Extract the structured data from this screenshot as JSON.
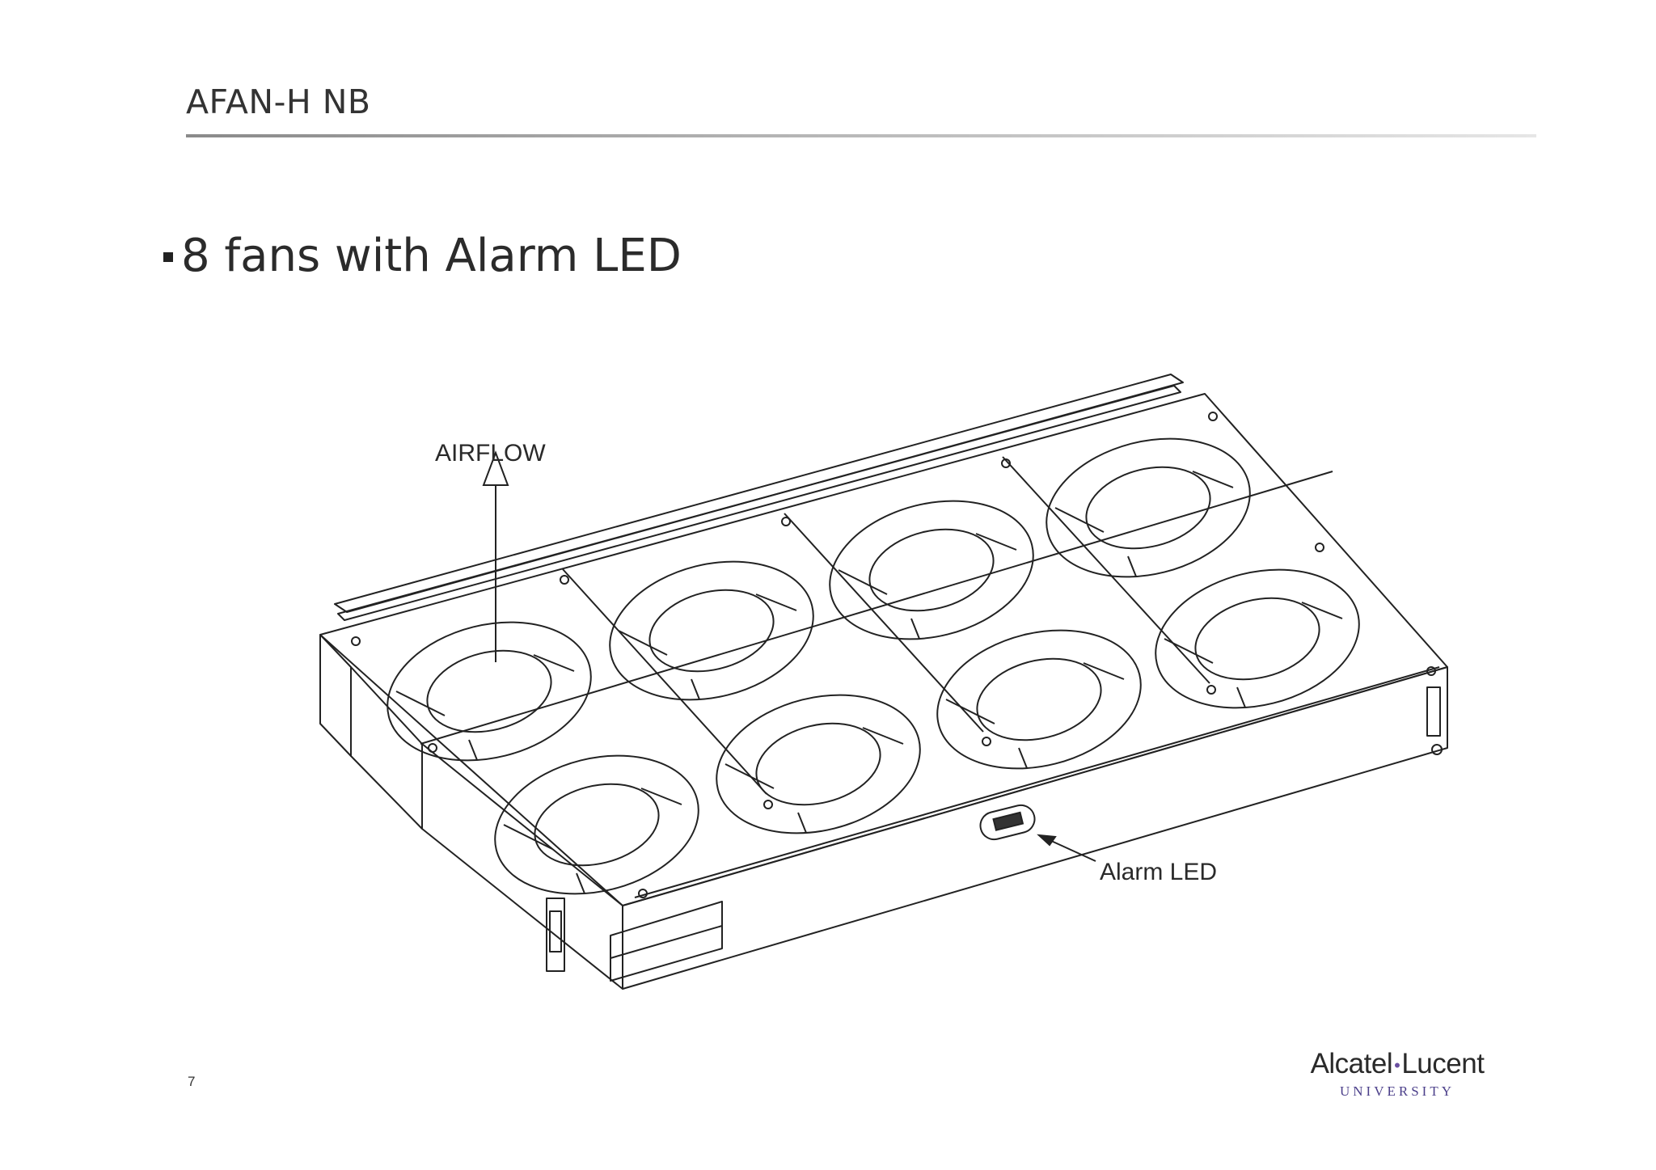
{
  "slide": {
    "title": "AFAN-H NB",
    "bullet": "8 fans with Alarm LED",
    "page_number": "7"
  },
  "diagram": {
    "airflow_label": "AIRFLOW",
    "alarm_led_label": "Alarm LED",
    "fan_count": 8
  },
  "logo": {
    "name_part1": "Alcatel",
    "name_part2": "Lucent",
    "subtitle": "UNIVERSITY"
  },
  "colors": {
    "text": "#333333",
    "logo_accent": "#4b3f8a"
  }
}
